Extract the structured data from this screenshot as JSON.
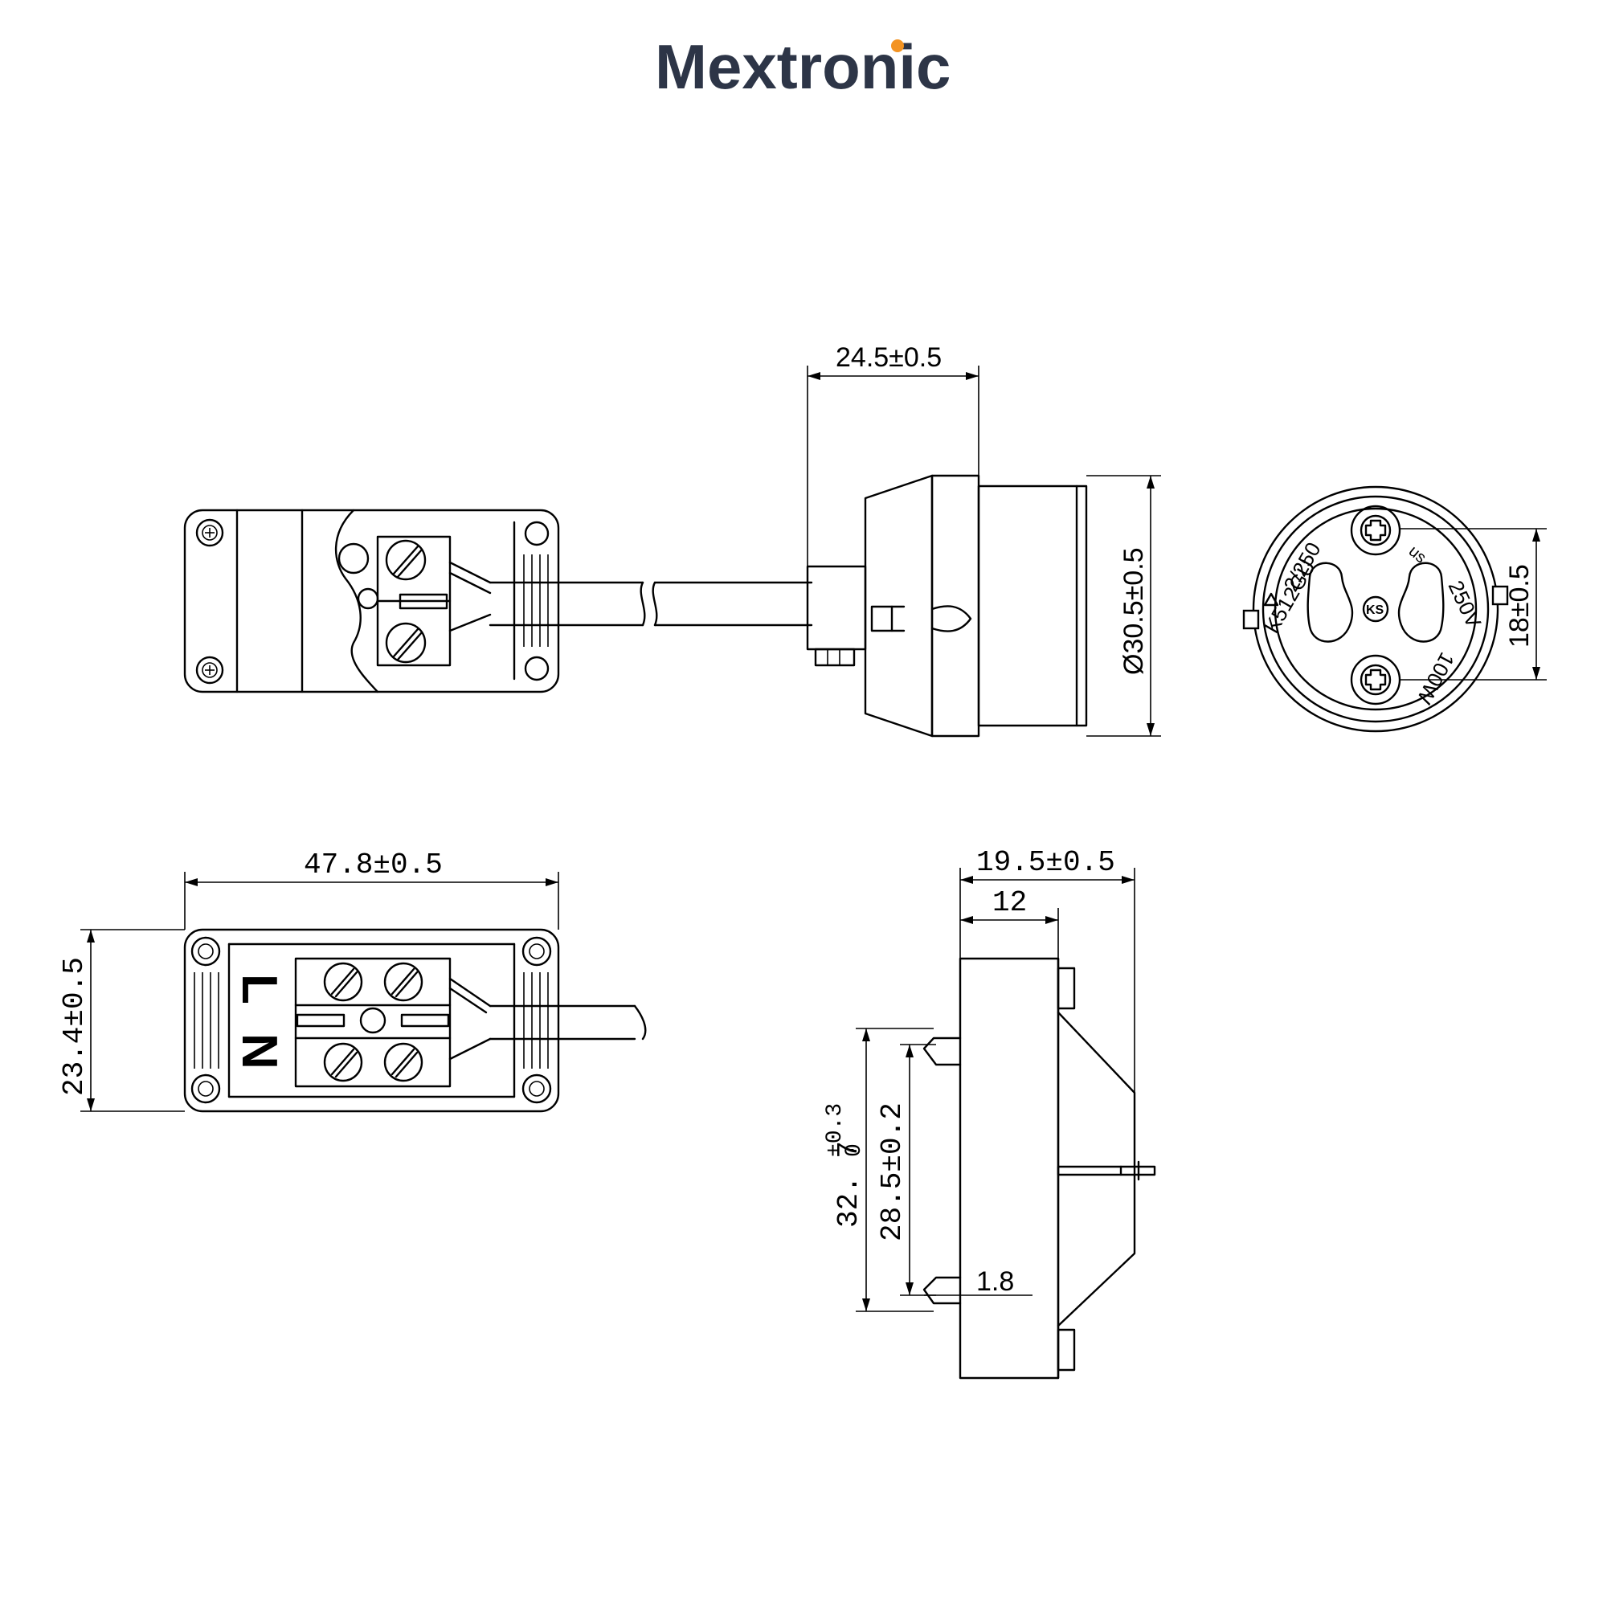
{
  "brand": {
    "name": "Mextronic",
    "text_color": "#2d3547",
    "accent_color": "#f39322"
  },
  "dimensions": {
    "insert_depth": "24.5±0.5",
    "diameter": "Ø30.5±0.5",
    "pin_spacing": "18±0.5",
    "terminal_length": "47.8±0.5",
    "terminal_width": "23.4±0.5",
    "total_depth": "19.5±0.5",
    "body_depth": "12",
    "mount_outer_main": "32. 7",
    "mount_outer_tol_upper": "+0.3",
    "mount_outer_tol_lower": "0",
    "mount_inner": "28.5±0.2",
    "clip_thickness": "1.8"
  },
  "terminal_labels": {
    "live": "L",
    "neutral": "N"
  },
  "socket_markings": {
    "rating_top": "2/250",
    "model": "K512GU",
    "rating_right": "250V",
    "power": "100W",
    "cert": "us",
    "maker": "KS"
  }
}
